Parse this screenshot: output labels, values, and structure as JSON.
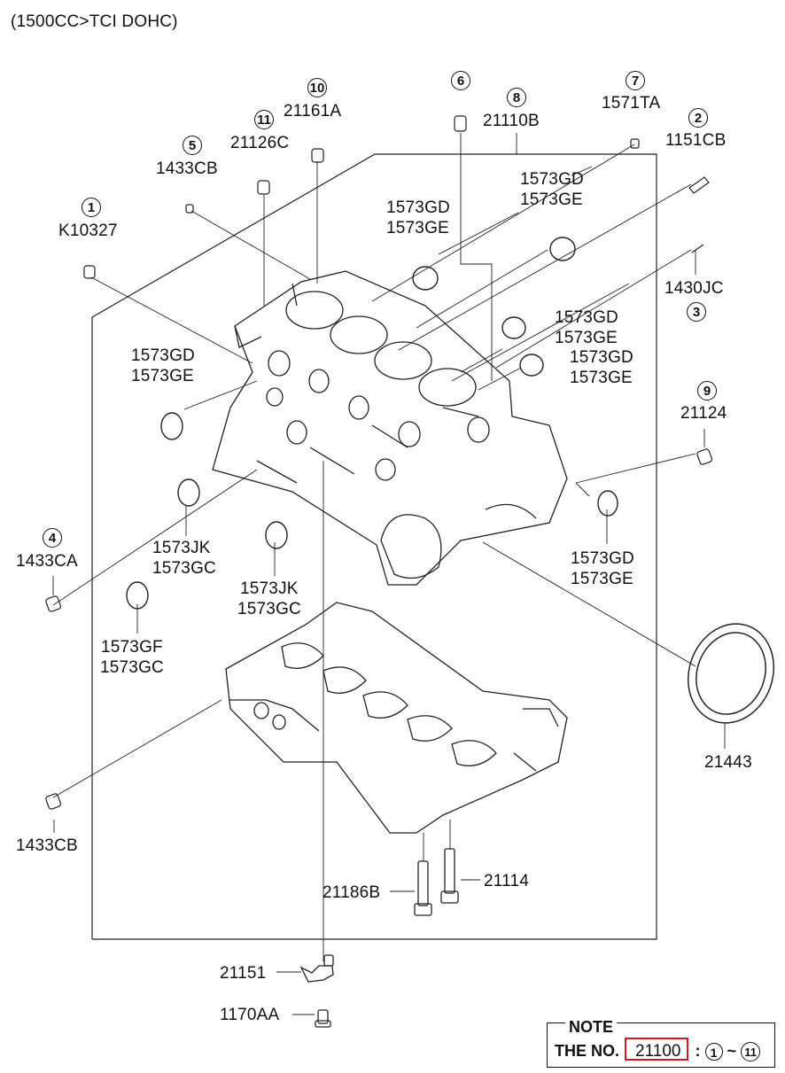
{
  "header": {
    "text": "(1500CC>TCI DOHC)"
  },
  "callouts": [
    {
      "id": "c1",
      "num": "1",
      "parts": [
        "K10327"
      ]
    },
    {
      "id": "c2",
      "num": "2",
      "parts": [
        "1151CB"
      ]
    },
    {
      "id": "c3",
      "num": "3",
      "parts": [
        "1430JC"
      ]
    },
    {
      "id": "c4",
      "num": "4",
      "parts": [
        "1433CA"
      ]
    },
    {
      "id": "c5",
      "num": "5",
      "parts": [
        "1433CB"
      ]
    },
    {
      "id": "c6",
      "num": "6",
      "parts": []
    },
    {
      "id": "c7",
      "num": "7",
      "parts": [
        "1571TA"
      ]
    },
    {
      "id": "c8",
      "num": "8",
      "parts": [
        "21110B"
      ]
    },
    {
      "id": "c9",
      "num": "9",
      "parts": [
        "21124"
      ]
    },
    {
      "id": "c10",
      "num": "10",
      "parts": [
        "21161A"
      ]
    },
    {
      "id": "c11",
      "num": "11",
      "parts": [
        "21126C"
      ]
    }
  ],
  "plugs": [
    {
      "id": "p1",
      "parts": [
        "1573GD",
        "1573GE"
      ]
    },
    {
      "id": "p2",
      "parts": [
        "1573GD",
        "1573GE"
      ]
    },
    {
      "id": "p3",
      "parts": [
        "1573GD",
        "1573GE"
      ]
    },
    {
      "id": "p4",
      "parts": [
        "1573GD",
        "1573GE"
      ]
    },
    {
      "id": "p5",
      "parts": [
        "1573GD",
        "1573GE"
      ]
    },
    {
      "id": "p6",
      "parts": [
        "1573GD",
        "1573GE"
      ]
    },
    {
      "id": "p7",
      "parts": [
        "1573JK",
        "1573GC"
      ]
    },
    {
      "id": "p8",
      "parts": [
        "1573JK",
        "1573GC"
      ]
    },
    {
      "id": "p9",
      "parts": [
        "1573GF",
        "1573GC"
      ]
    }
  ],
  "other_parts": {
    "seal": "21443",
    "bottom_plug": "1433CB",
    "bolt_a": "21186B",
    "bolt_b": "21114",
    "jet": "21151",
    "jet_bolt": "1170AA"
  },
  "note": {
    "title": "NOTE",
    "prefix": "THE NO.",
    "assembly_no": "21100",
    "separator": ":",
    "range_start": "1",
    "range_tilde": "~",
    "range_end": "11",
    "highlight_color": "#d21a1a"
  }
}
